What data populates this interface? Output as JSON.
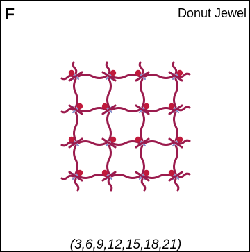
{
  "panel": {
    "letter": "F",
    "title": "Donut Jewel",
    "sequence": "(3,6,9,12,15,18,21)"
  },
  "pattern": {
    "rows": 4,
    "cols": 4,
    "colors": {
      "strand": "#9b1b4d",
      "bead": "#c01a3c",
      "link": "#7a86c8"
    }
  }
}
